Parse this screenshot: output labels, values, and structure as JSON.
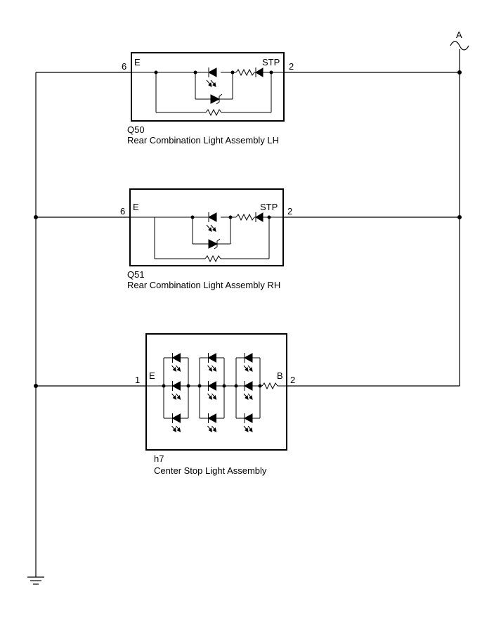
{
  "connector_a": {
    "label": "A"
  },
  "q50": {
    "code": "Q50",
    "name": "Rear Combination Light Assembly LH",
    "pin_left_num": "6",
    "pin_left_name": "E",
    "pin_right_name": "STP",
    "pin_right_num": "2"
  },
  "q51": {
    "code": "Q51",
    "name": "Rear Combination Light Assembly RH",
    "pin_left_num": "6",
    "pin_left_name": "E",
    "pin_right_name": "STP",
    "pin_right_num": "2"
  },
  "h7": {
    "code": "h7",
    "name": "Center Stop Light Assembly",
    "pin_left_num": "1",
    "pin_left_name": "E",
    "pin_right_name": "B",
    "pin_right_num": "2"
  }
}
